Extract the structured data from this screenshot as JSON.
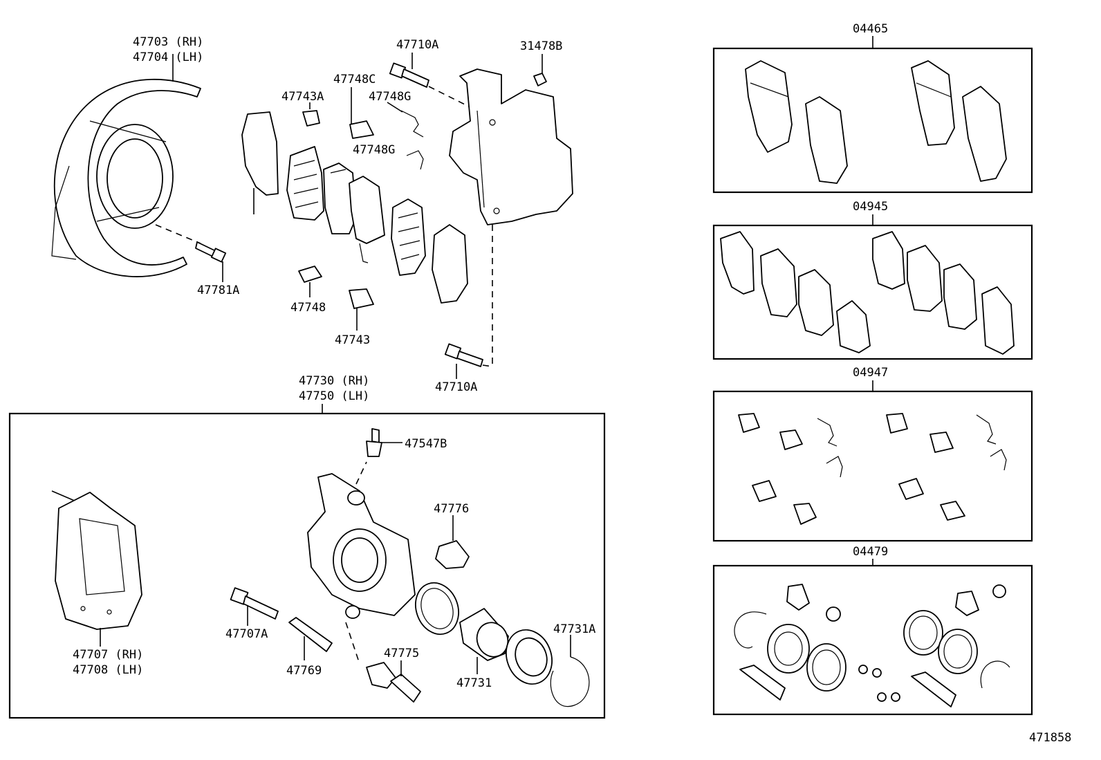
{
  "diagram": {
    "figure_id": "471858",
    "parts": {
      "p47703": "47703 (RH)",
      "p47704": "47704 (LH)",
      "p47781A": "47781A",
      "p47743A": "47743A",
      "p47748C": "47748C",
      "p47748G_a": "47748G",
      "p47748G_b": "47748G",
      "p47710A_top": "47710A",
      "p31478B": "31478B",
      "p47748": "47748",
      "p47743": "47743",
      "p47710A_bottom": "47710A",
      "p47730": "47730 (RH)",
      "p47750": "47750 (LH)",
      "p47547B": "47547B",
      "p47776": "47776",
      "p47707": "47707 (RH)",
      "p47708": "47708 (LH)",
      "p47707A": "47707A",
      "p47769": "47769",
      "p47775": "47775",
      "p47731": "47731",
      "p47731A": "47731A"
    },
    "kits": {
      "k04465": "04465",
      "k04945": "04945",
      "k04947": "04947",
      "k04479": "04479"
    }
  }
}
